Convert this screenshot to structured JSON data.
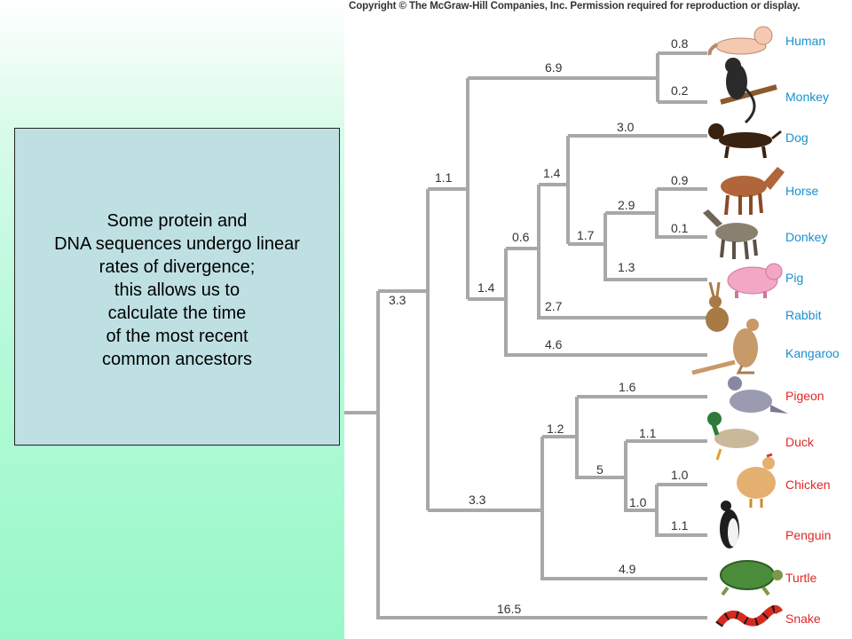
{
  "copyright": "Copyright © The McGraw-Hill Companies, Inc. Permission required for reproduction or display.",
  "note_lines": [
    "Some protein and",
    "DNA sequences undergo linear",
    "rates of divergence;",
    "this allows us to",
    "calculate the time",
    "of the most recent",
    "common ancestors"
  ],
  "colors": {
    "mammal_label": "#1a8fd0",
    "bird_reptile_label": "#e02828",
    "branch": "#a8a8a8"
  },
  "taxa": [
    {
      "name": "Human",
      "group": "mammal",
      "icon": "human-icon"
    },
    {
      "name": "Monkey",
      "group": "mammal",
      "icon": "monkey-icon"
    },
    {
      "name": "Dog",
      "group": "mammal",
      "icon": "dog-icon"
    },
    {
      "name": "Horse",
      "group": "mammal",
      "icon": "horse-icon"
    },
    {
      "name": "Donkey",
      "group": "mammal",
      "icon": "donkey-icon"
    },
    {
      "name": "Pig",
      "group": "mammal",
      "icon": "pig-icon"
    },
    {
      "name": "Rabbit",
      "group": "mammal",
      "icon": "rabbit-icon"
    },
    {
      "name": "Kangaroo",
      "group": "mammal",
      "icon": "kangaroo-icon"
    },
    {
      "name": "Pigeon",
      "group": "bird",
      "icon": "pigeon-icon"
    },
    {
      "name": "Duck",
      "group": "bird",
      "icon": "duck-icon"
    },
    {
      "name": "Chicken",
      "group": "bird",
      "icon": "chicken-icon"
    },
    {
      "name": "Penguin",
      "group": "bird",
      "icon": "penguin-icon"
    },
    {
      "name": "Turtle",
      "group": "reptile",
      "icon": "turtle-icon"
    },
    {
      "name": "Snake",
      "group": "reptile",
      "icon": "snake-icon"
    }
  ],
  "branch_lengths": {
    "human": "0.8",
    "monkey": "0.2",
    "primates": "6.9",
    "dog": "3.0",
    "horse": "0.9",
    "donkey": "0.1",
    "horse_donkey": "2.9",
    "pig": "1.3",
    "ungulates": "1.7",
    "dog_ungulates": "1.4",
    "rabbit": "2.7",
    "laurasiatheria_rabbit": "0.6",
    "kangaroo": "4.6",
    "eutheria": "1.4",
    "placental_primates": "1.1",
    "mammals": "3.3",
    "pigeon": "1.6",
    "duck": "1.1",
    "chicken": "1.0",
    "penguin": "1.1",
    "chicken_penguin": "1.0",
    "duck_group": "5",
    "birds": "1.2",
    "turtle": "4.9",
    "sauropsids": "3.3",
    "snake": "16.5"
  }
}
